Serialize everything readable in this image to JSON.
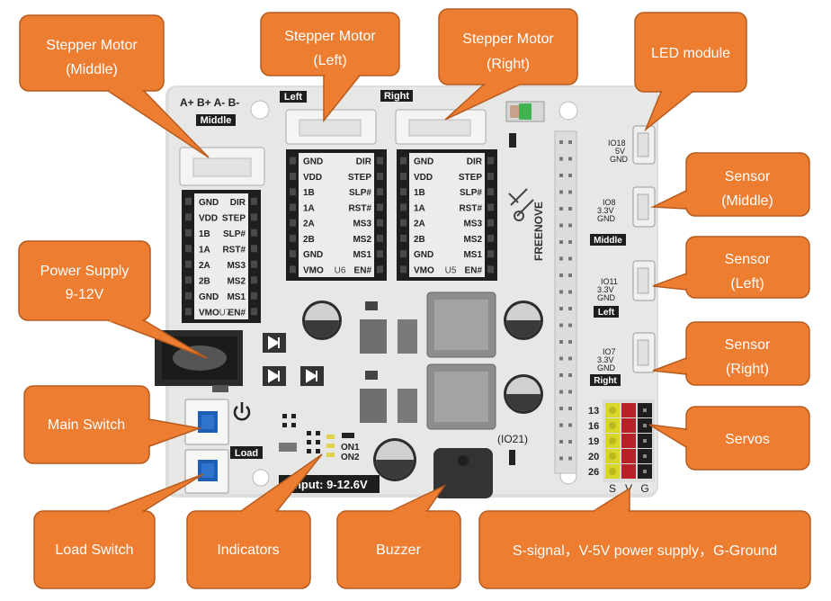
{
  "callouts": {
    "stepper_middle": [
      "Stepper   Motor",
      "(Middle)"
    ],
    "stepper_left": [
      "Stepper Motor",
      "(Left)"
    ],
    "stepper_right": [
      "Stepper Motor",
      "(Right)"
    ],
    "led_module": [
      "LED module"
    ],
    "sensor_middle": [
      "Sensor",
      "(Middle)"
    ],
    "sensor_left": [
      "Sensor",
      "(Left)"
    ],
    "sensor_right": [
      "Sensor",
      "(Right)"
    ],
    "power_supply": [
      "Power Supply",
      "9-12V"
    ],
    "main_switch": [
      "Main Switch"
    ],
    "load_switch": [
      "Load Switch"
    ],
    "indicators": [
      "Indicators"
    ],
    "buzzer": [
      "Buzzer"
    ],
    "servos": [
      "Servos"
    ],
    "sv_g": [
      "S-signal，V-5V power supply，G-Ground"
    ]
  },
  "board": {
    "label_abab": "A+ B+ A- B-",
    "label_middle": "Middle",
    "label_left": "Left",
    "label_right": "Right",
    "brand": "FREENOVE",
    "driver_left_pins": [
      "GND",
      "VDD",
      "1B",
      "1A",
      "2A",
      "2B",
      "GND",
      "VMO"
    ],
    "driver_right_pins": [
      "DIR",
      "STEP",
      "SLP#",
      "RST#",
      "MS3",
      "MS2",
      "MS1",
      "EN#"
    ],
    "u7": "U7",
    "u6": "U6",
    "u5": "U5",
    "io18": [
      "IO18",
      "5V",
      "GND"
    ],
    "io8": [
      "IO8",
      "3.3V",
      "GND"
    ],
    "io11": [
      "IO11",
      "3.3V",
      "GND"
    ],
    "io7": [
      "IO7",
      "3.3V",
      "GND"
    ],
    "servo_pins": [
      "13",
      "16",
      "19",
      "20",
      "26"
    ],
    "servo_header": [
      "S",
      "V",
      "G"
    ],
    "sensor_middle_tag": "Middle",
    "sensor_left_tag": "Left",
    "sensor_right_tag": "Right",
    "load_tag": "Load",
    "on1": "ON1",
    "on2": "ON2",
    "io21": "(IO21)",
    "input_label": "Input: 9-12.6V"
  },
  "colors": {
    "callout_fill": "#ed7d31",
    "callout_stroke": "#b65b1f",
    "board": "#e4e4e2",
    "header_black": "#1e1e1e",
    "servo_yellow": "#d7d728",
    "servo_red": "#b8202a"
  }
}
